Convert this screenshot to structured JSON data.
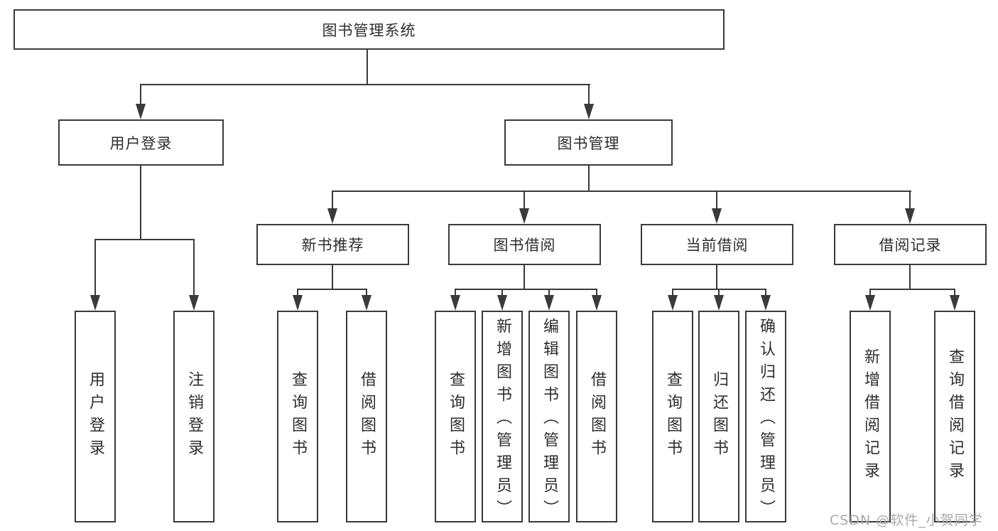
{
  "diagram": {
    "root": {
      "label": "图书管理系统"
    },
    "branches": [
      {
        "label": "用户登录",
        "children": [
          {
            "label": "用户登录"
          },
          {
            "label": "注销登录"
          }
        ]
      },
      {
        "label": "图书管理",
        "groups": [
          {
            "label": "新书推荐",
            "children": [
              {
                "label": "查询图书"
              },
              {
                "label": "借阅图书"
              }
            ]
          },
          {
            "label": "图书借阅",
            "children": [
              {
                "label": "查询图书"
              },
              {
                "label": "新增图书（管理员）"
              },
              {
                "label": "编辑图书（管理员）"
              },
              {
                "label": "借阅图书"
              }
            ]
          },
          {
            "label": "当前借阅",
            "children": [
              {
                "label": "查询图书"
              },
              {
                "label": "归还图书"
              },
              {
                "label": "确认归还（管理员）"
              }
            ]
          },
          {
            "label": "借阅记录",
            "children": [
              {
                "label": "新增借阅记录"
              },
              {
                "label": "查询借阅记录"
              }
            ]
          }
        ]
      }
    ]
  },
  "watermark": {
    "text": "CSDN @软件_小贺同学"
  },
  "colors": {
    "line": "#3a3a3a",
    "text": "#2e2e2e",
    "watermark": "#a9a9a9",
    "background": "#ffffff"
  }
}
